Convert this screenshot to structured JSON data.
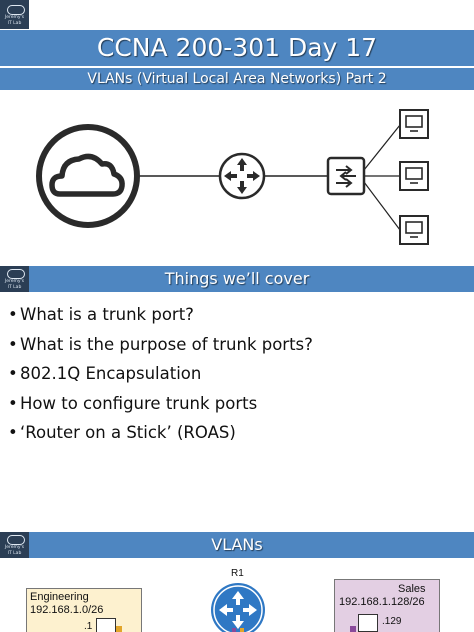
{
  "slide1": {
    "logo_text": [
      "Jeremy's",
      "IT Lab"
    ],
    "title": "CCNA 200-301 Day 17",
    "subtitle": "VLANs (Virtual Local Area Networks) Part 2"
  },
  "slide2": {
    "logo_text": [
      "Jeremy's",
      "IT Lab"
    ],
    "heading": "Things we’ll cover",
    "bullets": [
      "What is a trunk port?",
      "What is the purpose of trunk ports?",
      "802.1Q Encapsulation",
      "How to configure trunk ports",
      "‘Router on a Stick’ (ROAS)"
    ]
  },
  "slide3": {
    "logo_text": [
      "Jeremy's",
      "IT Lab"
    ],
    "heading": "VLANs",
    "router_label": "R1",
    "engineering": {
      "name": "Engineering",
      "subnet": "192.168.1.0/26",
      "host": ".1"
    },
    "sales": {
      "name": "Sales",
      "subnet": "192.168.1.128/26",
      "host": ".129"
    }
  },
  "colors": {
    "banner": "#4e86c1",
    "logo_bg": "#2b3e55",
    "router_blue": "#2f78c4",
    "engineering_fill": "#fdf1cf",
    "sales_fill": "#e3cfe3"
  },
  "icons": [
    "cloud-icon",
    "router-icon",
    "switch-icon",
    "pc-icon"
  ]
}
